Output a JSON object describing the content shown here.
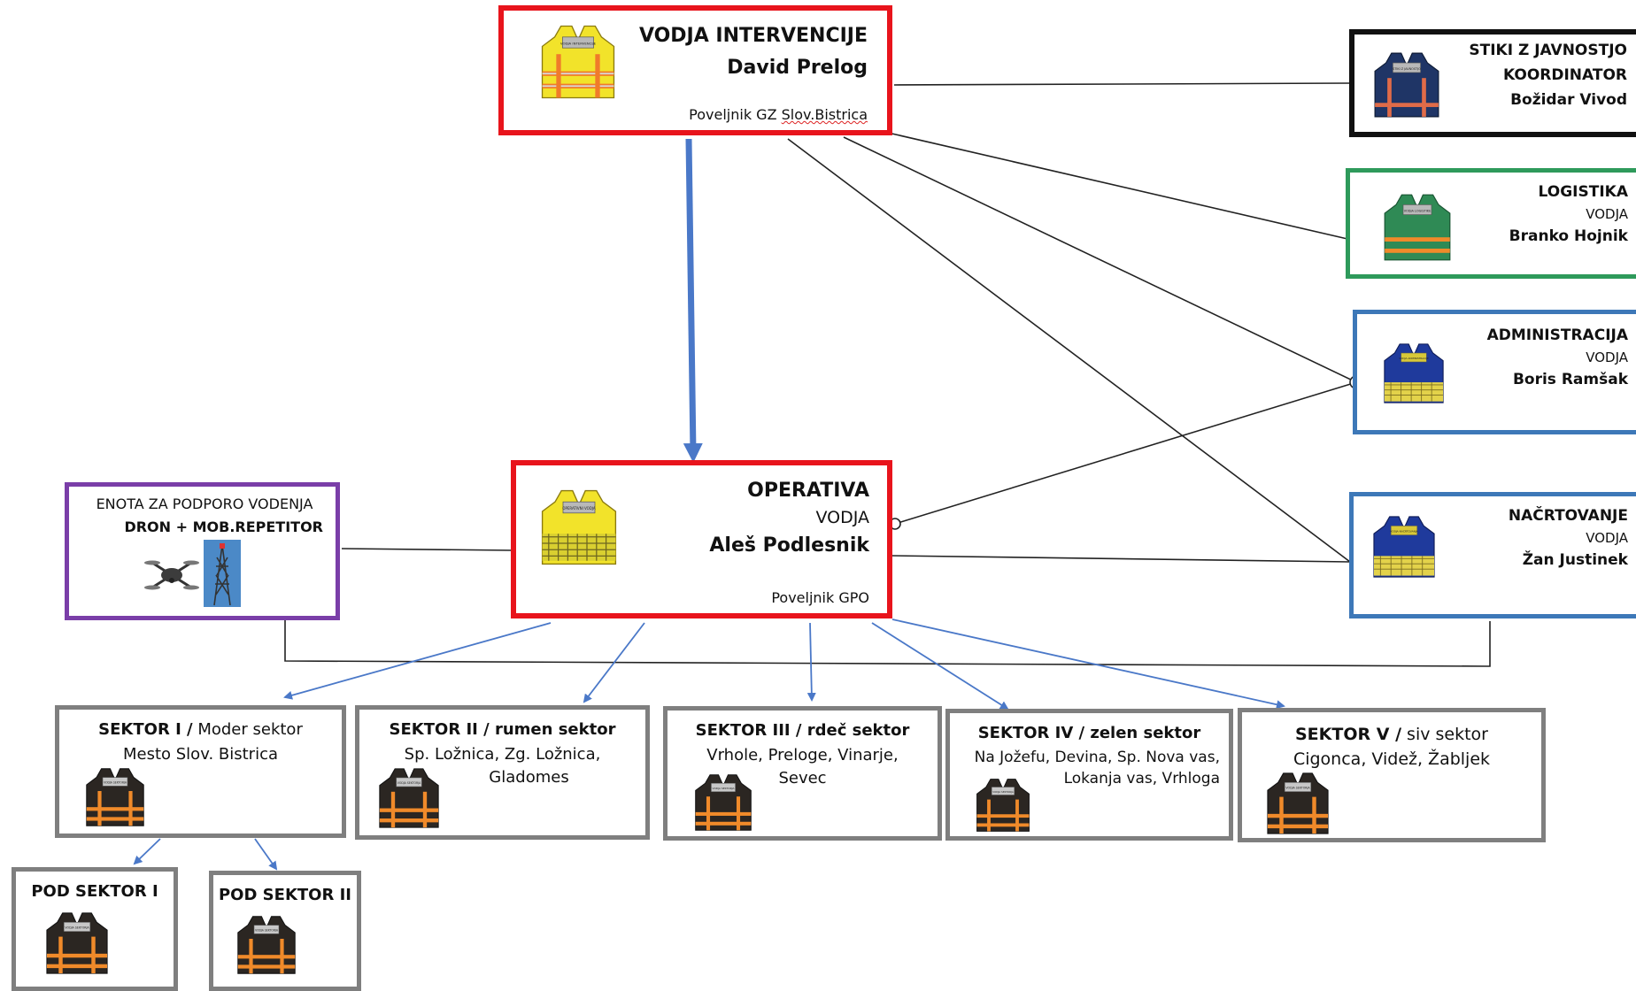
{
  "nodes": {
    "vodja": {
      "title": "VODJA INTERVENCIJE",
      "name": "David Prelog",
      "note_prefix": "Poveljnik GZ",
      "note_place": "Slov.Bistrica",
      "vest_color": "#f2e32a",
      "vest_label": "VODJA INTERVENCIJE"
    },
    "stiki": {
      "line1": "STIKI Z JAVNOSTJO",
      "line2": "KOORDINATOR",
      "name": "Božidar Vivod",
      "vest_color": "#1f3566",
      "vest_label": "STIKI Z JAVNOSTJO"
    },
    "logistika": {
      "title": "LOGISTIKA",
      "role": "VODJA",
      "name": "Branko Hojnik",
      "vest_color": "#2f8a55",
      "vest_label": "VODJA LOGISTIKE"
    },
    "administracija": {
      "title": "ADMINISTRACIJA",
      "role": "VODJA",
      "name": "Boris Ramšak",
      "vest_color": "#1f3a9c",
      "vest_label": "VODJA ADMINISTRACIJE"
    },
    "nacrtovanje": {
      "title": "NAČRTOVANJE",
      "role": "VODJA",
      "name": "Žan Justinek",
      "vest_color": "#1f3a9c",
      "vest_label": "VODJA NAČRTOVANJA"
    },
    "operativa": {
      "title": "OPERATIVA",
      "role": "VODJA",
      "name": "Aleš Podlesnik",
      "note": "Poveljnik GPO",
      "vest_color": "#f2e32a",
      "vest_label": "OPERATIVNI VODJA"
    },
    "enota": {
      "line1": "ENOTA ZA PODPORO VODENJA",
      "line2": "DRON + MOB.REPETITOR"
    },
    "sektor1": {
      "title": "SEKTOR I /",
      "subtitle": " Moder sektor",
      "area": "Mesto Slov. Bistrica",
      "vest_color": "#2b2622",
      "vest_label": "VODJA SEKTORJA"
    },
    "sektor2": {
      "title": "SEKTOR II / rumen sektor",
      "area1": "Sp. Ložnica, Zg. Ložnica,",
      "area2": "Gladomes",
      "vest_color": "#2b2622",
      "vest_label": "VODJA SEKTORJA"
    },
    "sektor3": {
      "title": "SEKTOR III / rdeč sektor",
      "area1": "Vrhole, Preloge, Vinarje,",
      "area2": "Sevec",
      "vest_color": "#2b2622",
      "vest_label": "VODJA SEKTORJA"
    },
    "sektor4": {
      "title": "SEKTOR IV / zelen sektor",
      "area1": "Na Jožefu, Devina, Sp. Nova vas,",
      "area2": "Lokanja vas, Vrhloga",
      "vest_color": "#2b2622",
      "vest_label": "VODJA SEKTORJA"
    },
    "sektor5": {
      "title": "SEKTOR V /",
      "subtitle": " siv sektor",
      "area": "Cigonca, Videž, Žabljek",
      "vest_color": "#2b2622",
      "vest_label": "VODJA SEKTORJA"
    },
    "pod1": {
      "title": "POD SEKTOR I",
      "vest_color": "#2b2622",
      "vest_label": "VODJA SEKTORJA"
    },
    "pod2": {
      "title": "POD SEKTOR II",
      "vest_color": "#2b2622",
      "vest_label": "VODJA SEKTORJA"
    }
  },
  "colors": {
    "main_border": "#e8141c",
    "arrow_blue": "#4a78c8",
    "line_black": "#222222",
    "sector_border": "#7f7f7f"
  }
}
